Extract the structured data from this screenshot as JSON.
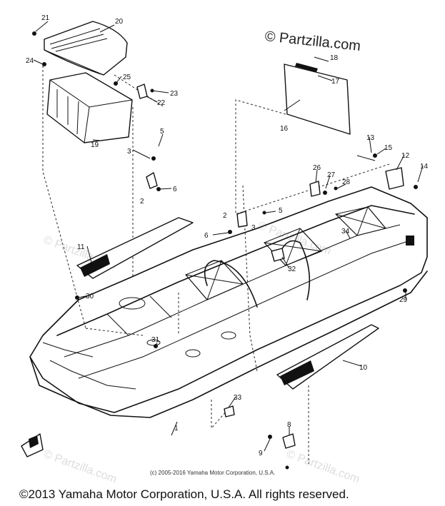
{
  "watermark": "© Partzilla.com",
  "inner_copyright": "(c) 2005-2016 Yamaha Motor Corporation, U.S.A.",
  "footer_copyright": "©2013 Yamaha Motor Corporation, U.S.A. All rights reserved.",
  "callouts": {
    "c1": "1",
    "c2a": "2",
    "c2b": "2",
    "c3a": "3",
    "c3b": "3",
    "c5a": "5",
    "c5b": "5",
    "c6a": "6",
    "c6b": "6",
    "c8": "8",
    "c9": "9",
    "c10": "10",
    "c11": "11",
    "c12": "12",
    "c13": "13",
    "c14": "14",
    "c15": "15",
    "c16": "16",
    "c17": "17",
    "c18": "18",
    "c19": "19",
    "c20": "20",
    "c21": "21",
    "c22": "22",
    "c23": "23",
    "c24": "24",
    "c25": "25",
    "c26": "26",
    "c27": "27",
    "c28": "28",
    "c29": "29",
    "c30": "30",
    "c31": "31",
    "c32": "32",
    "c33": "33",
    "c34": "34"
  }
}
